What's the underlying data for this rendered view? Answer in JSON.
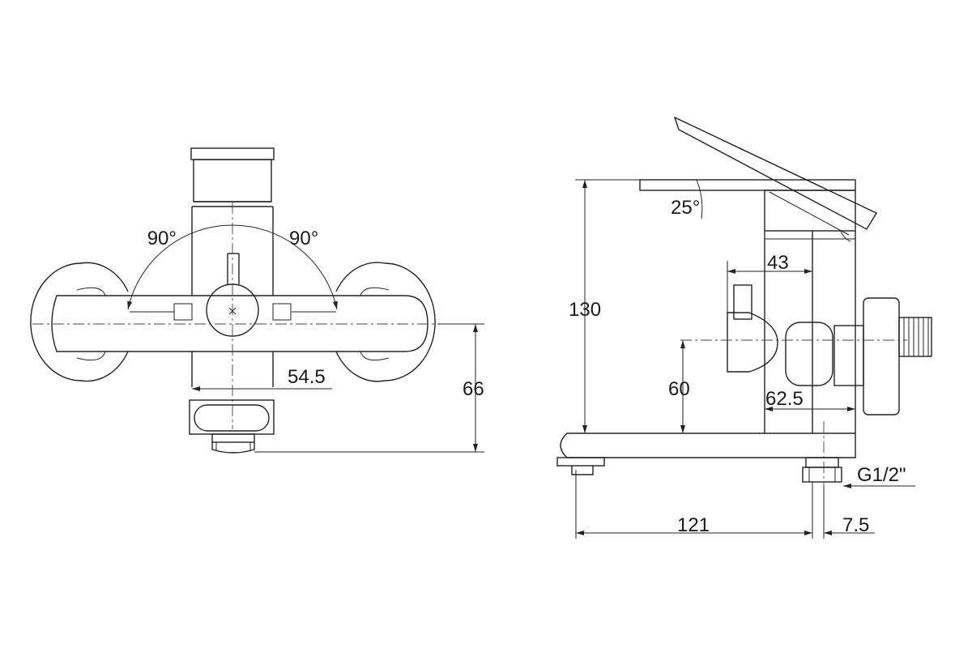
{
  "front_view": {
    "angle_left": "90°",
    "angle_right": "90°",
    "dim_width": "54.5",
    "dim_height": "66"
  },
  "side_view": {
    "angle_lever": "25°",
    "dim_height_total": "130",
    "dim_lever_offset": "43",
    "dim_outlet_height": "60",
    "dim_body_depth": "62.5",
    "dim_spout_length": "121",
    "dim_connection_offset": "7.5",
    "thread_label": "G1/2\""
  }
}
